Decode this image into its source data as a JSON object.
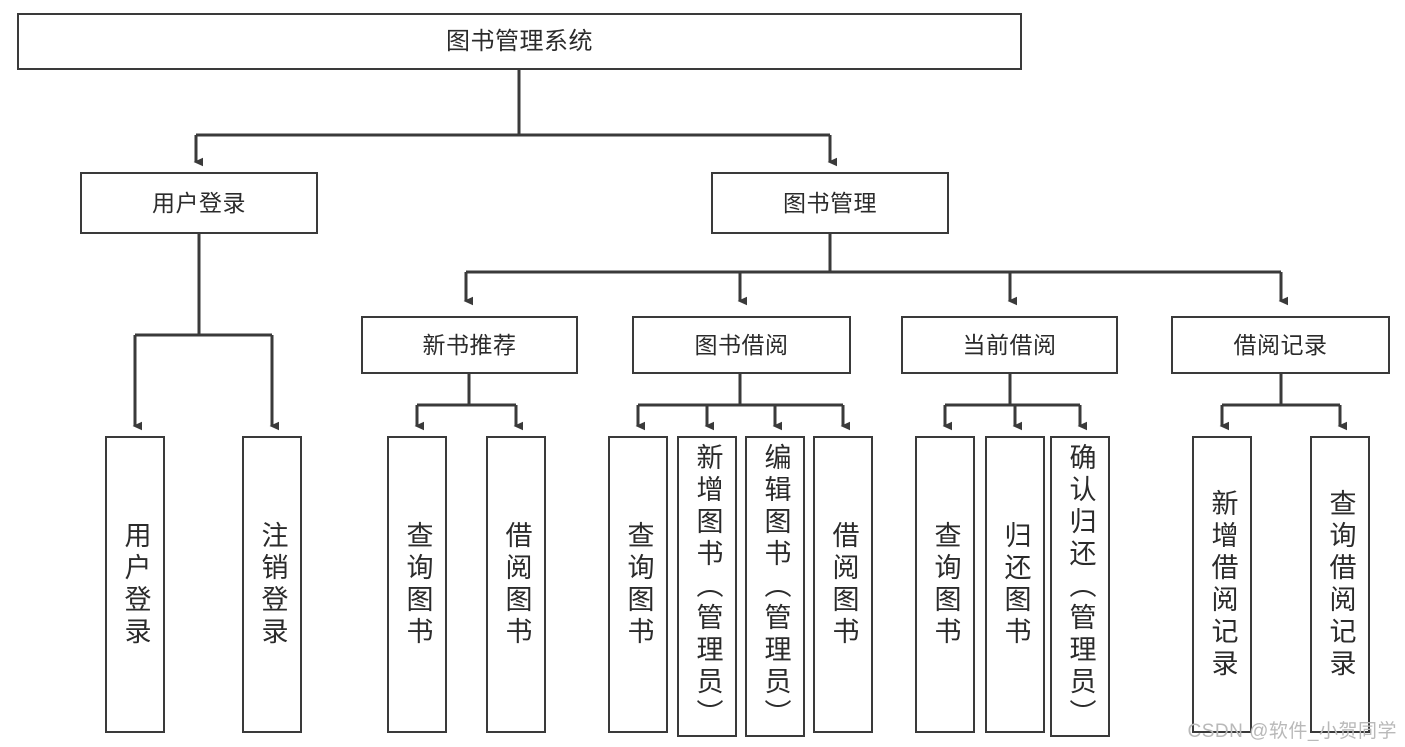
{
  "diagram": {
    "title": "图书管理系统",
    "watermark": "CSDN @软件_小贺同学",
    "colors": {
      "box_border": "#3a3a3a",
      "box_fill": "#ffffff",
      "connector": "#3a3a3a",
      "text": "#2b2b2b",
      "watermark": "#b9b9b9"
    },
    "levels": {
      "root": {
        "label": "图书管理系统"
      },
      "level2": [
        {
          "label": "用户登录"
        },
        {
          "label": "图书管理"
        }
      ],
      "level3": [
        {
          "label": "新书推荐"
        },
        {
          "label": "图书借阅"
        },
        {
          "label": "当前借阅"
        },
        {
          "label": "借阅记录"
        }
      ],
      "leaves": {
        "user_login": [
          {
            "label": "用户登录"
          },
          {
            "label": "注销登录"
          }
        ],
        "new_book_recommend": [
          {
            "label": "查询图书"
          },
          {
            "label": "借阅图书"
          }
        ],
        "book_borrow": [
          {
            "label": "查询图书"
          },
          {
            "label": "新增图书（管理员）"
          },
          {
            "label": "编辑图书（管理员）"
          },
          {
            "label": "借阅图书"
          }
        ],
        "current_borrow": [
          {
            "label": "查询图书"
          },
          {
            "label": "归还图书"
          },
          {
            "label": "确认归还（管理员）"
          }
        ],
        "borrow_record": [
          {
            "label": "新增借阅记录"
          },
          {
            "label": "查询借阅记录"
          }
        ]
      }
    }
  }
}
